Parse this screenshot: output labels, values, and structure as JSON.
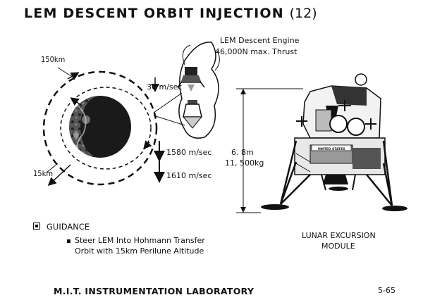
{
  "title": {
    "main": "LEM DESCENT ORBIT INJECTION",
    "number": "(12)"
  },
  "orbit": {
    "outer_altitude": "150km",
    "inner_altitude": "15km"
  },
  "engine": {
    "name": "LEM Descent Engine",
    "thrust": "46,000N max. Thrust"
  },
  "velocities": {
    "delta_v": "30 m/sec",
    "v1": "1580 m/sec",
    "v2": "1610 m/sec"
  },
  "lem_dims": {
    "height": "6. 8m",
    "mass": "11, 500kg"
  },
  "lem_caption": {
    "line1": "LUNAR EXCURSION",
    "line2": "MODULE",
    "body_text": "UNITED STATES"
  },
  "guidance": {
    "heading": "GUIDANCE",
    "bullet_line1": "Steer LEM Into Hohmann Transfer",
    "bullet_line2": "Orbit with 15km Perilune Altitude"
  },
  "footer": {
    "lab": "M.I.T. INSTRUMENTATION LABORATORY",
    "page": "5-65"
  }
}
